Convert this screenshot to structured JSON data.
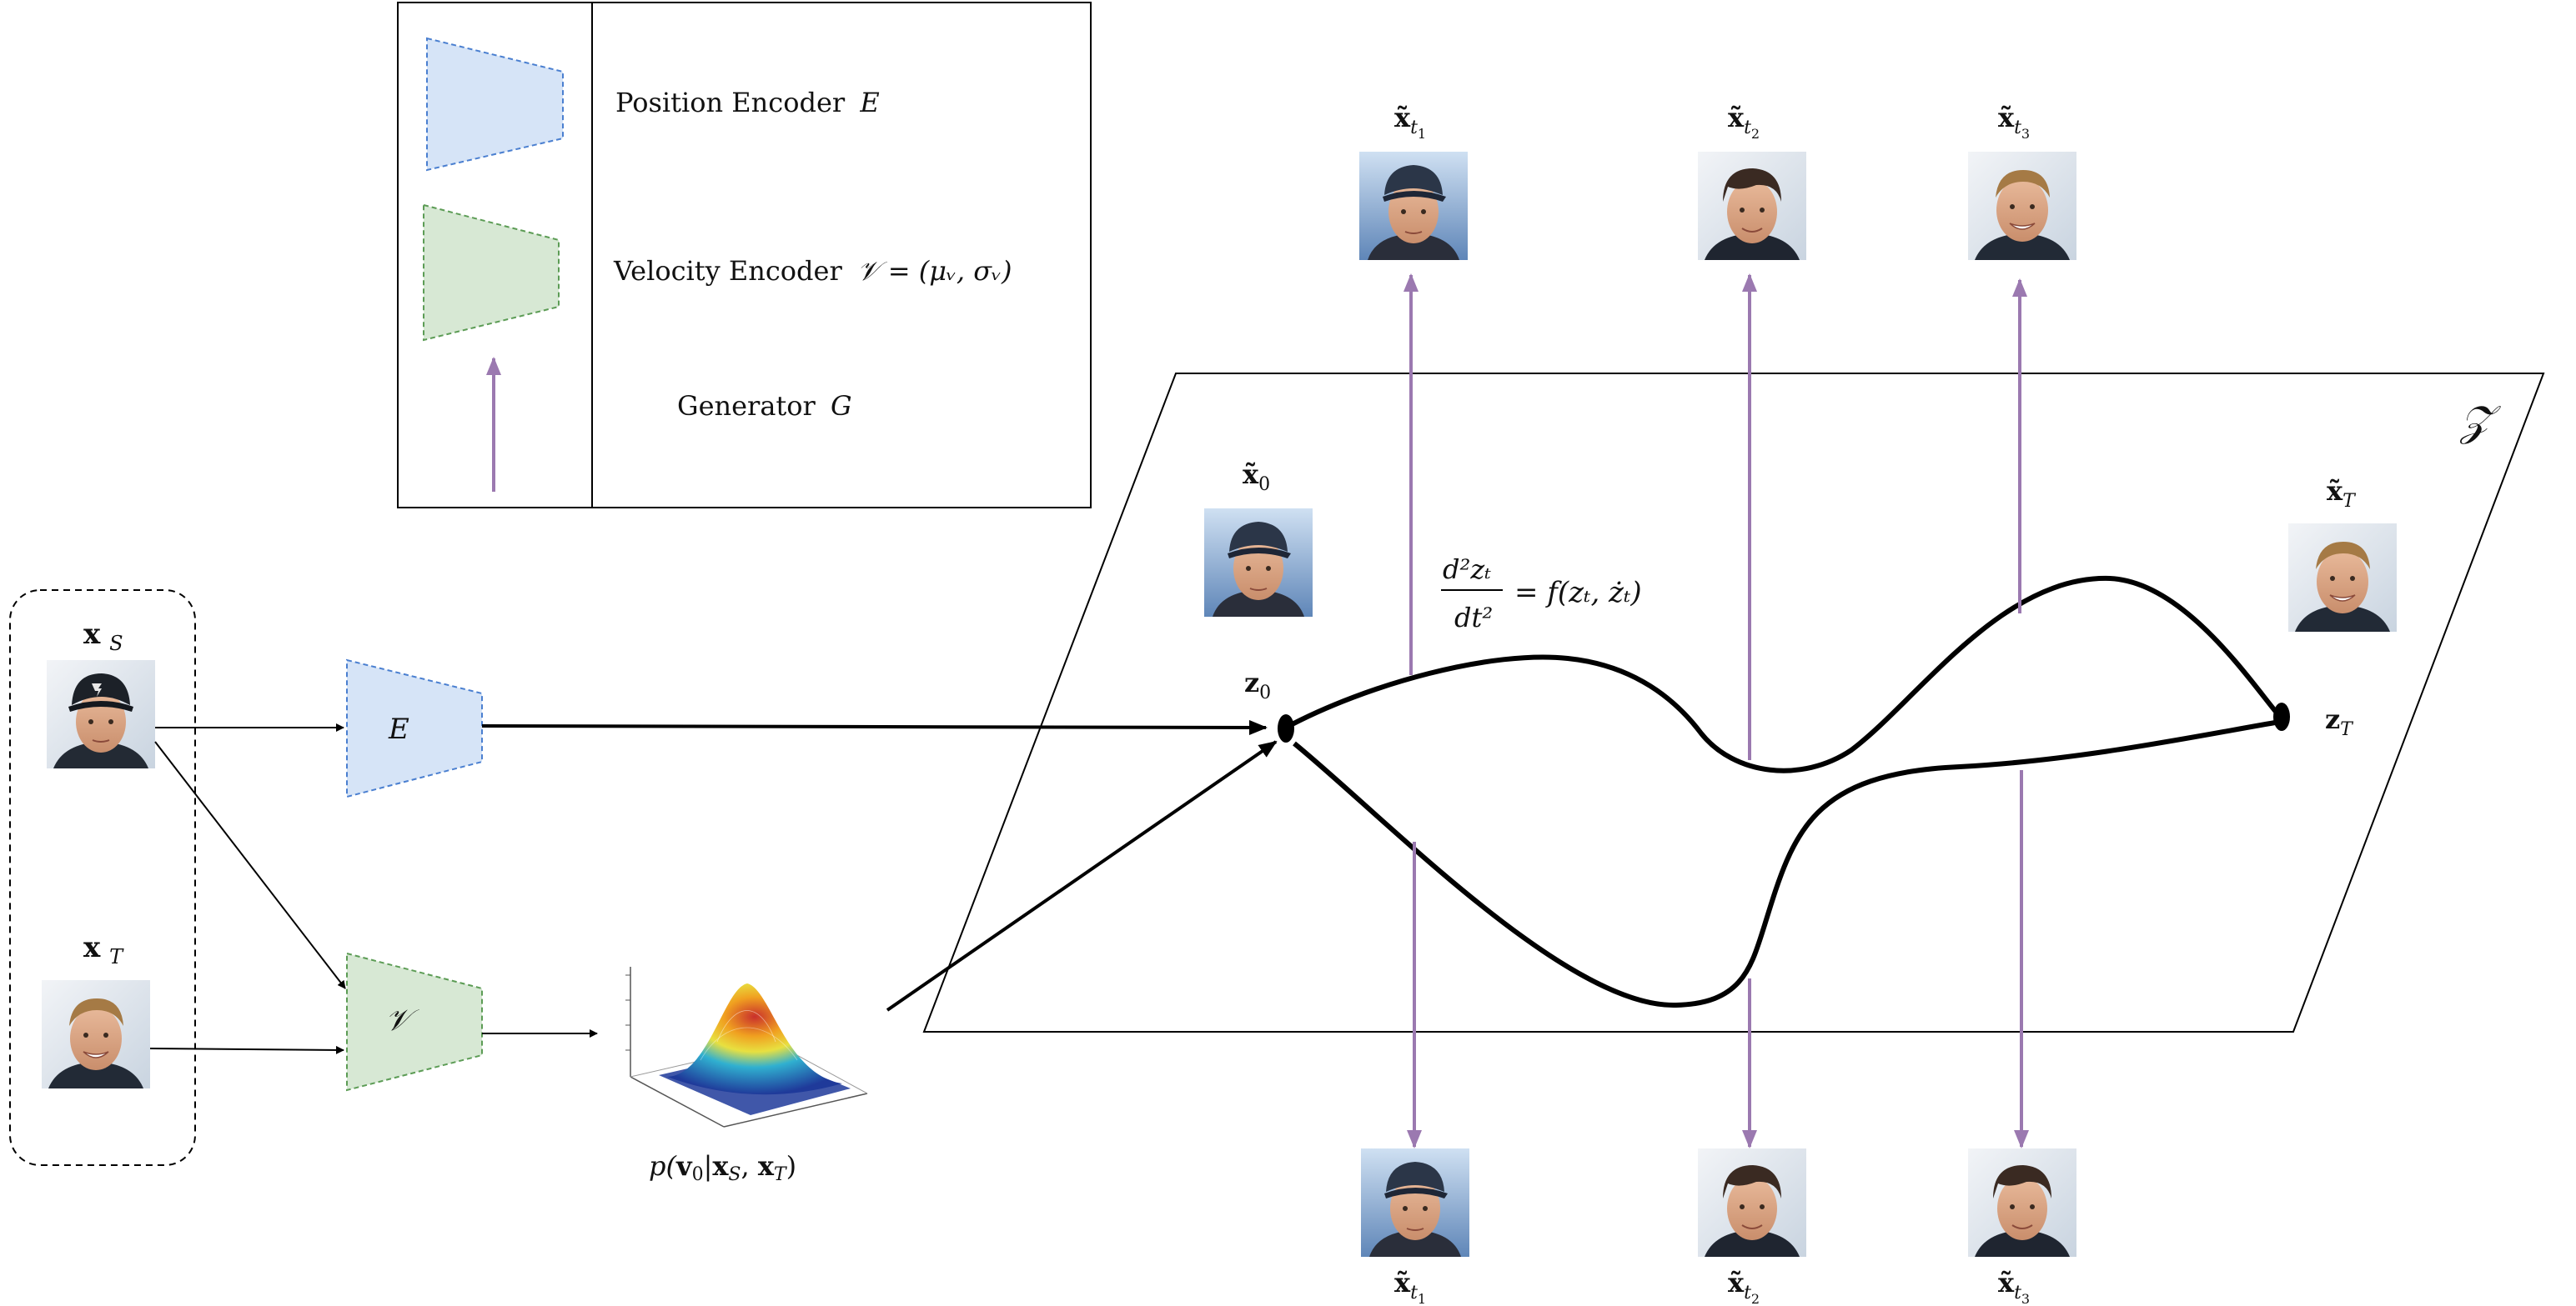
{
  "legend": {
    "position_encoder_label": "Position Encoder",
    "position_encoder_symbol": "E",
    "velocity_encoder_label": "Velocity Encoder",
    "velocity_encoder_formula": "𝒱 = (μᵥ, σᵥ)",
    "generator_label": "Generator",
    "generator_symbol": "G"
  },
  "inputs": {
    "source_label": "x",
    "source_sub": "S",
    "target_label": "x",
    "target_sub": "T"
  },
  "encoders": {
    "position_symbol": "E",
    "velocity_symbol": "𝒱"
  },
  "distribution": {
    "label": "p(v₀|x_S, x_T)",
    "label_parts": [
      "p(",
      "v",
      "0",
      "|",
      "x",
      "S",
      ", ",
      "x",
      "T",
      ")"
    ]
  },
  "latent": {
    "space_symbol": "𝒵",
    "z0_label": "z",
    "z0_sub": "0",
    "zT_label": "z",
    "zT_sub": "T",
    "ode_numer": "d²zₜ",
    "ode_denom": "dt²",
    "ode_rhs": "= f(zₜ, żₜ)",
    "x0_tilde_label": "x̃",
    "x0_tilde_sub": "0",
    "xT_tilde_label": "x̃",
    "xT_tilde_sub": "T"
  },
  "generated": {
    "top": [
      {
        "label": "x̃",
        "sub": "t",
        "subsub": "1"
      },
      {
        "label": "x̃",
        "sub": "t",
        "subsub": "2"
      },
      {
        "label": "x̃",
        "sub": "t",
        "subsub": "3"
      }
    ],
    "bottom": [
      {
        "label": "x̃",
        "sub": "t",
        "subsub": "1"
      },
      {
        "label": "x̃",
        "sub": "t",
        "subsub": "2"
      },
      {
        "label": "x̃",
        "sub": "t",
        "subsub": "3"
      }
    ]
  },
  "colors": {
    "position_encoder_fill": "#d6e4f7",
    "position_encoder_stroke": "#4a7fd0",
    "velocity_encoder_fill": "#d7e8d4",
    "velocity_encoder_stroke": "#5c9c55",
    "generator_arrow": "#9b79b0",
    "trajectory": "#000000"
  },
  "icons": {
    "face_thumbnail": "face-photo-icon",
    "gaussian_plot": "gaussian-surface-icon"
  }
}
